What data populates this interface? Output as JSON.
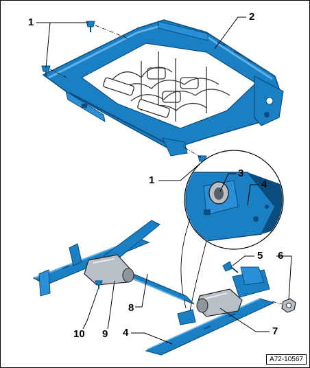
{
  "callouts": {
    "c1_top": "1",
    "c1_mid": "1",
    "c2": "2",
    "c3": "3",
    "c4_detail": "4",
    "c4_bottom": "4",
    "c5": "5",
    "c6": "6",
    "c7": "7",
    "c8": "8",
    "c9": "9",
    "c10": "10"
  },
  "reference": "A72-10567",
  "colors": {
    "part_blue": "#1b7fc4",
    "part_dark": "#0a4c7d",
    "part_light": "#5fb0e6",
    "steel": "#b9bfc6",
    "leader": "#000000"
  }
}
